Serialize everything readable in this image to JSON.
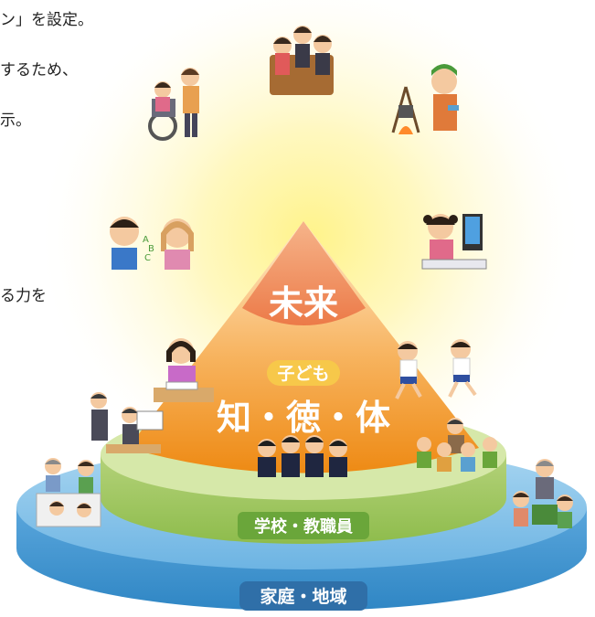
{
  "text_fragments": [
    "ン」を設定。",
    "するため、",
    "示。",
    "る力を"
  ],
  "diagram": {
    "apex_label": "未来",
    "children_tag": "子ども",
    "core_values": "知・徳・体",
    "school_label": "学校・教職員",
    "community_label": "家庭・地域",
    "colors": {
      "glow": "#fff5a0",
      "pyramid_top": "#ffe3c2",
      "pyramid_bottom": "#f0901c",
      "apex_fill": "#f08a5a",
      "green_tier": "#c4dd8e",
      "green_side": "#9cc65b",
      "blue_tier": "#6fb6e4",
      "blue_side": "#3b8fcb",
      "school_badge": "#6aa63a",
      "community_badge": "#2f6fa8"
    },
    "illustrations": [
      "students-group-illustration",
      "wheelchair-helper-illustration",
      "camp-cooking-illustration",
      "english-conversation-illustration",
      "computer-student-illustration",
      "reading-student-illustration",
      "running-students-illustration",
      "teachers-meeting-illustration",
      "students-uniform-illustration",
      "cheering-staff-illustration",
      "family-neighbors-illustration",
      "community-members-illustration"
    ]
  }
}
